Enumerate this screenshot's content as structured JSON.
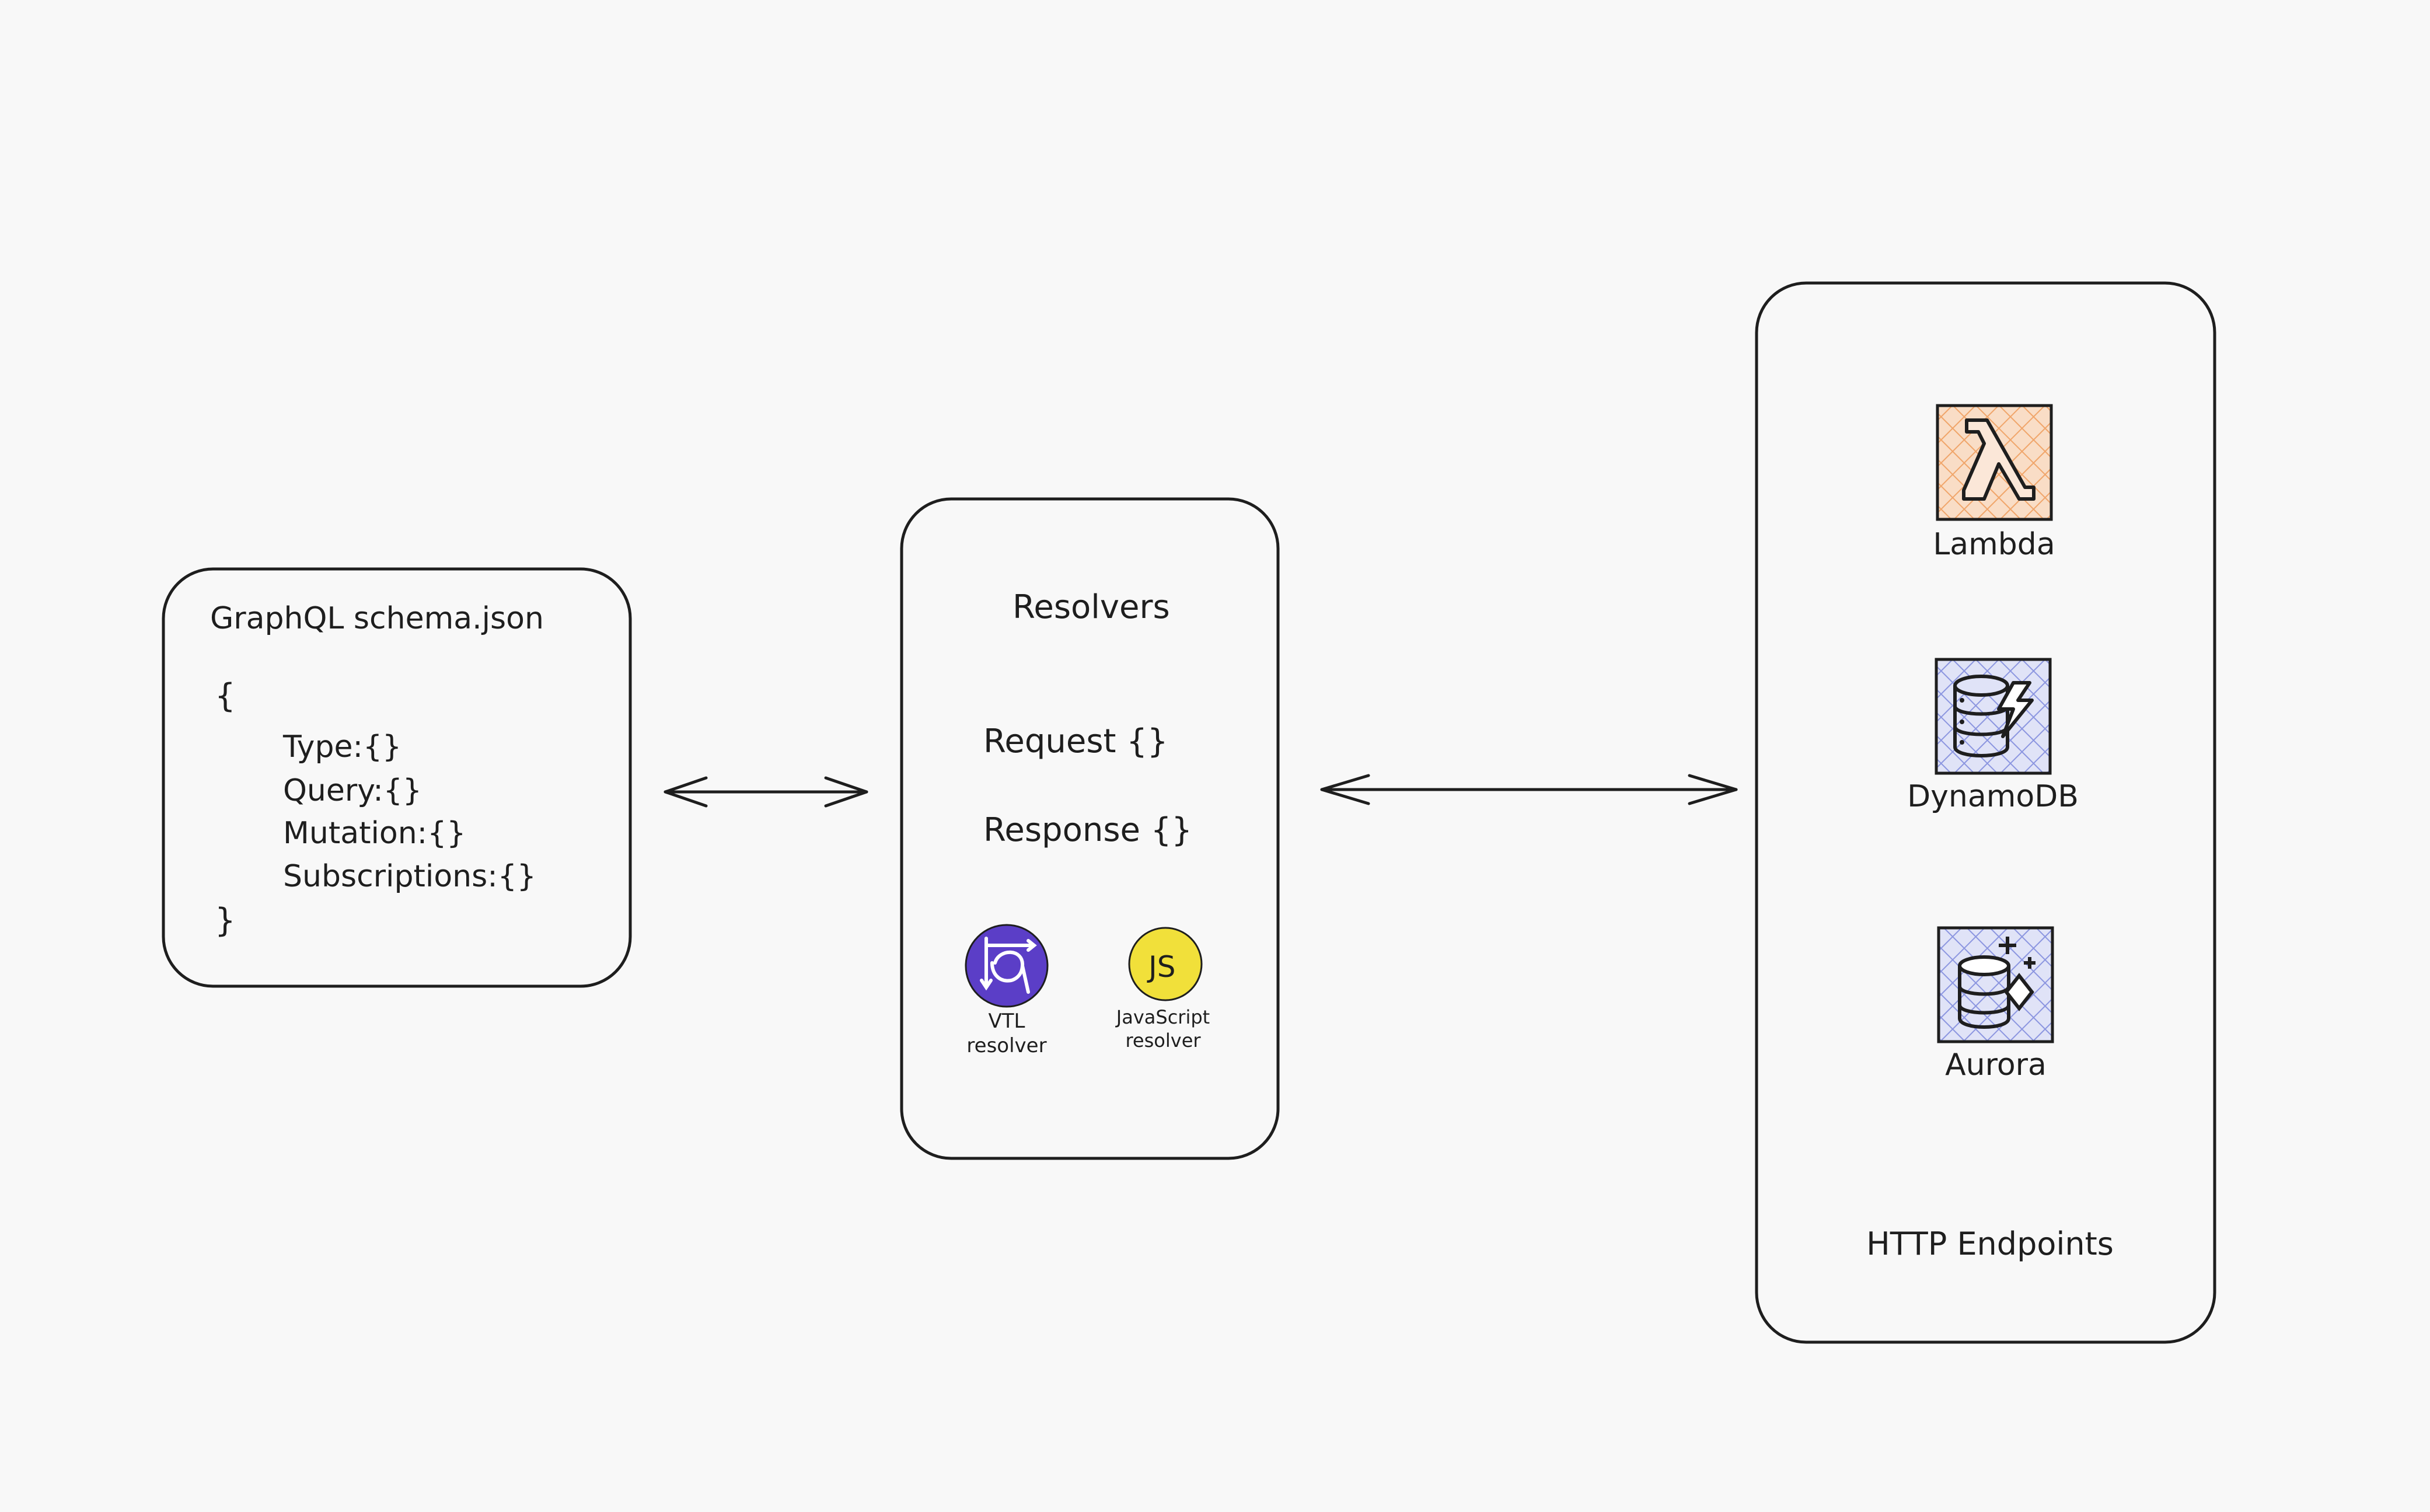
{
  "schema_box": {
    "title": "GraphQL schema.json",
    "open_brace": "{",
    "lines": [
      "Type:{}",
      "Query:{}",
      "Mutation:{}",
      "Subscriptions:{}"
    ],
    "close_brace": "}"
  },
  "resolvers_box": {
    "title": "Resolvers",
    "request": "Request {}",
    "response": "Response {}",
    "vtl": {
      "label_line1": "VTL",
      "label_line2": "resolver",
      "icon": "vtl-resolver-icon",
      "color": "#5b3ec7"
    },
    "js": {
      "badge": "JS",
      "label_line1": "JavaScript",
      "label_line2": "resolver",
      "icon": "javascript-icon",
      "color": "#f1e03a"
    }
  },
  "datasources_box": {
    "lambda": {
      "label": "Lambda",
      "icon": "lambda-icon",
      "color": "#f4c6a3"
    },
    "dynamodb": {
      "label": "DynamoDB",
      "icon": "dynamodb-icon",
      "color": "#c7cdf2"
    },
    "aurora": {
      "label": "Aurora",
      "icon": "aurora-icon",
      "color": "#c7cdf2"
    },
    "http": "HTTP Endpoints"
  }
}
